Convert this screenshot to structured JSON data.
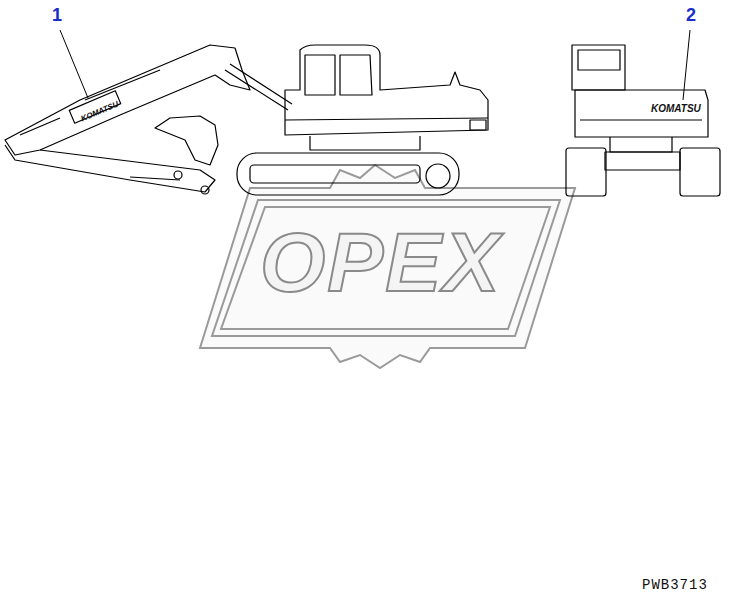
{
  "diagram": {
    "labels": [
      "1",
      "2",
      "KOMATSU",
      "KOMATSU",
      "OPEX",
      "PWB3713"
    ]
  }
}
